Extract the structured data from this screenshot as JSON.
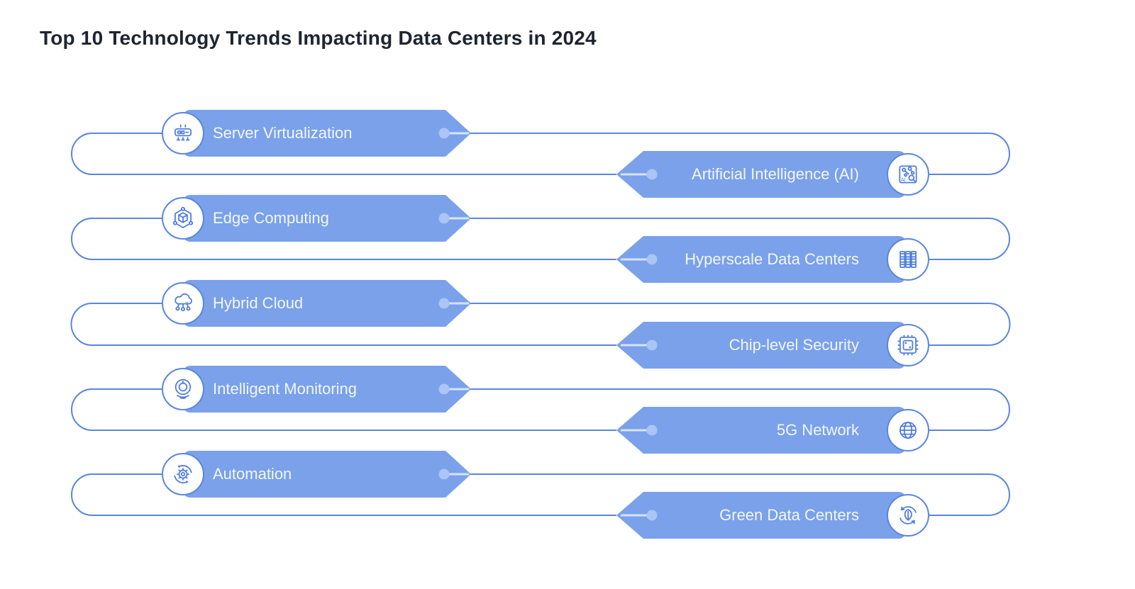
{
  "header": {
    "title": "Top 10 Technology Trends Impacting Data Centers in 2024"
  },
  "diagram": {
    "items": [
      {
        "label": "Server Virtualization",
        "side": "left",
        "icon": "server-virtualization-icon"
      },
      {
        "label": "Artificial Intelligence (AI)",
        "side": "right",
        "icon": "artificial-intelligence-icon",
        "icon_text": "AI"
      },
      {
        "label": "Edge Computing",
        "side": "left",
        "icon": "edge-computing-icon"
      },
      {
        "label": "Hyperscale Data Centers",
        "side": "right",
        "icon": "hyperscale-data-centers-icon"
      },
      {
        "label": "Hybrid Cloud",
        "side": "left",
        "icon": "hybrid-cloud-icon"
      },
      {
        "label": "Chip-level Security",
        "side": "right",
        "icon": "chip-level-security-icon"
      },
      {
        "label": "Intelligent Monitoring",
        "side": "left",
        "icon": "intelligent-monitoring-icon"
      },
      {
        "label": "5G Network",
        "side": "right",
        "icon": "5g-network-icon"
      },
      {
        "label": "Automation",
        "side": "left",
        "icon": "automation-icon"
      },
      {
        "label": "Green Data Centers",
        "side": "right",
        "icon": "green-data-centers-icon"
      }
    ],
    "colors": {
      "banner_fill": "#7aa1ea",
      "connector_line": "#5b86de",
      "tip_dot": "#abc5f4",
      "tip_line": "#d8e2f9",
      "label_text": "#f3f6fd",
      "title_text": "#1d2530",
      "icon_stroke": "#4f7de0",
      "icon_background": "#ffffff"
    }
  }
}
